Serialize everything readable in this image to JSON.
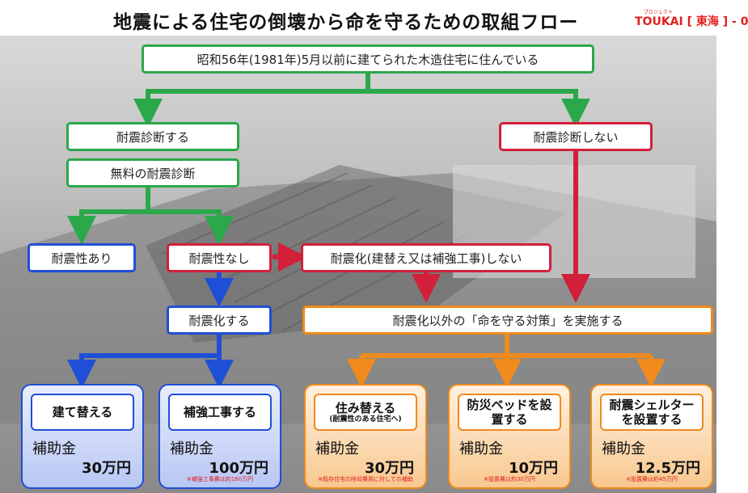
{
  "title": "地震による住宅の倒壊から命を守るための取組フロー",
  "logo": {
    "small": "プロジェクト",
    "text": "TOUKAI [ 東海 ] - 0"
  },
  "colors": {
    "green": "#2aa84a",
    "red": "#d21f3a",
    "blue": "#1f4fd6",
    "orange": "#f08a1c"
  },
  "nodes": {
    "start": "昭和56年(1981年)5月以前に建てられた木造住宅に住んでいる",
    "diagnose": "耐震診断する",
    "free_diagnosis": "無料の耐震診断",
    "no_diagnose": "耐震診断しない",
    "resistant": "耐震性あり",
    "not_resistant": "耐震性なし",
    "no_retrofit": "耐震化(建替え又は補強工事)しない",
    "retrofit": "耐震化する",
    "other_measures": "耐震化以外の「命を守る対策」を実施する"
  },
  "cards": [
    {
      "title": "建て替える",
      "sub": "",
      "label": "補助金",
      "amount": "30万円",
      "note": ""
    },
    {
      "title": "補強工事する",
      "sub": "",
      "label": "補助金",
      "amount": "100万円",
      "note": "※補強工事費は約160万円"
    },
    {
      "title": "住み替える",
      "sub": "(耐震性のある住宅へ)",
      "label": "補助金",
      "amount": "30万円",
      "note": "※既存住宅の除却費用に対しての補助"
    },
    {
      "title": "防災ベッドを設置する",
      "sub": "",
      "label": "補助金",
      "amount": "10万円",
      "note": "※設置費は約30万円"
    },
    {
      "title": "耐震シェルターを設置する",
      "sub": "",
      "label": "補助金",
      "amount": "12.5万円",
      "note": "※設置費は約45万円"
    }
  ]
}
